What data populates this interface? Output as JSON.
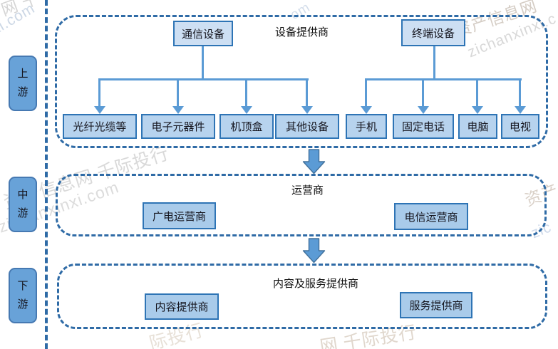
{
  "lanes": [
    {
      "label": "上\n游"
    },
    {
      "label": "中\n游"
    },
    {
      "label": "下\n游"
    }
  ],
  "upstream": {
    "title": "设备提供商",
    "groups": [
      {
        "parent": "通信设备",
        "children": [
          "光纤光缆等",
          "电子元器件",
          "机顶盒",
          "其他设备"
        ]
      },
      {
        "parent": "终端设备",
        "children": [
          "手机",
          "固定电话",
          "电脑",
          "电视"
        ]
      }
    ]
  },
  "midstream": {
    "title": "运营商",
    "boxes": [
      {
        "label": "广电运营商"
      },
      {
        "label": "电信运营商"
      }
    ]
  },
  "downstream": {
    "title": "内容及服务提供商",
    "boxes": [
      {
        "label": "内容提供商"
      },
      {
        "label": "服务提供商"
      }
    ]
  },
  "watermarks": [
    {
      "text": "网 千"
    },
    {
      "text": "anxi.com"
    },
    {
      "text": "om"
    },
    {
      "text": "资产信息网"
    },
    {
      "text": "zichanxinxi.c"
    },
    {
      "text": "资产信息网 千际投行"
    },
    {
      "text": "zichanxinxi.com"
    },
    {
      "text": "资产"
    },
    {
      "text": "zic"
    },
    {
      "text": "网 千际投行"
    },
    {
      "text": "际投行"
    }
  ],
  "colors": {
    "zone_dash_border": "#2f6ba6",
    "connector": "#5b9bd5",
    "box_border": "#2e74b5",
    "parent_box_fill": "#cddff3",
    "child_box_fill": "#b7d3ee",
    "operator_box_fill": "#a9cbea",
    "lane_fill": "#68a2d8",
    "lane_border": "#4679b2",
    "arrow_fill": "#5b9bd5",
    "arrow_stroke": "#41719c"
  }
}
